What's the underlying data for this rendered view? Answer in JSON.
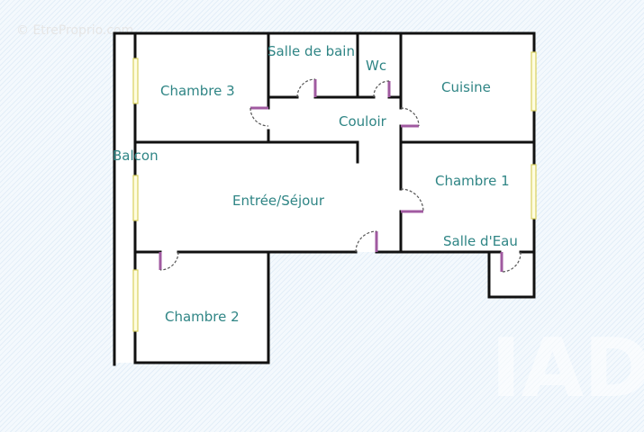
{
  "watermark": "© EtreProprio.com",
  "logo": "IAD",
  "rooms": {
    "chambre3": "Chambre 3",
    "salle_de_bain": "Salle de bain",
    "wc": "Wc",
    "cuisine": "Cuisine",
    "couloir": "Couloir",
    "balcon": "Balcon",
    "entree_sejour": "Entrée/Séjour",
    "chambre1": "Chambre 1",
    "salle_eau": "Salle d'Eau",
    "chambre2": "Chambre 2"
  },
  "colors": {
    "wall": "#111111",
    "door": "#a05aa0",
    "label": "#2f8585",
    "window": "#fffde0"
  }
}
